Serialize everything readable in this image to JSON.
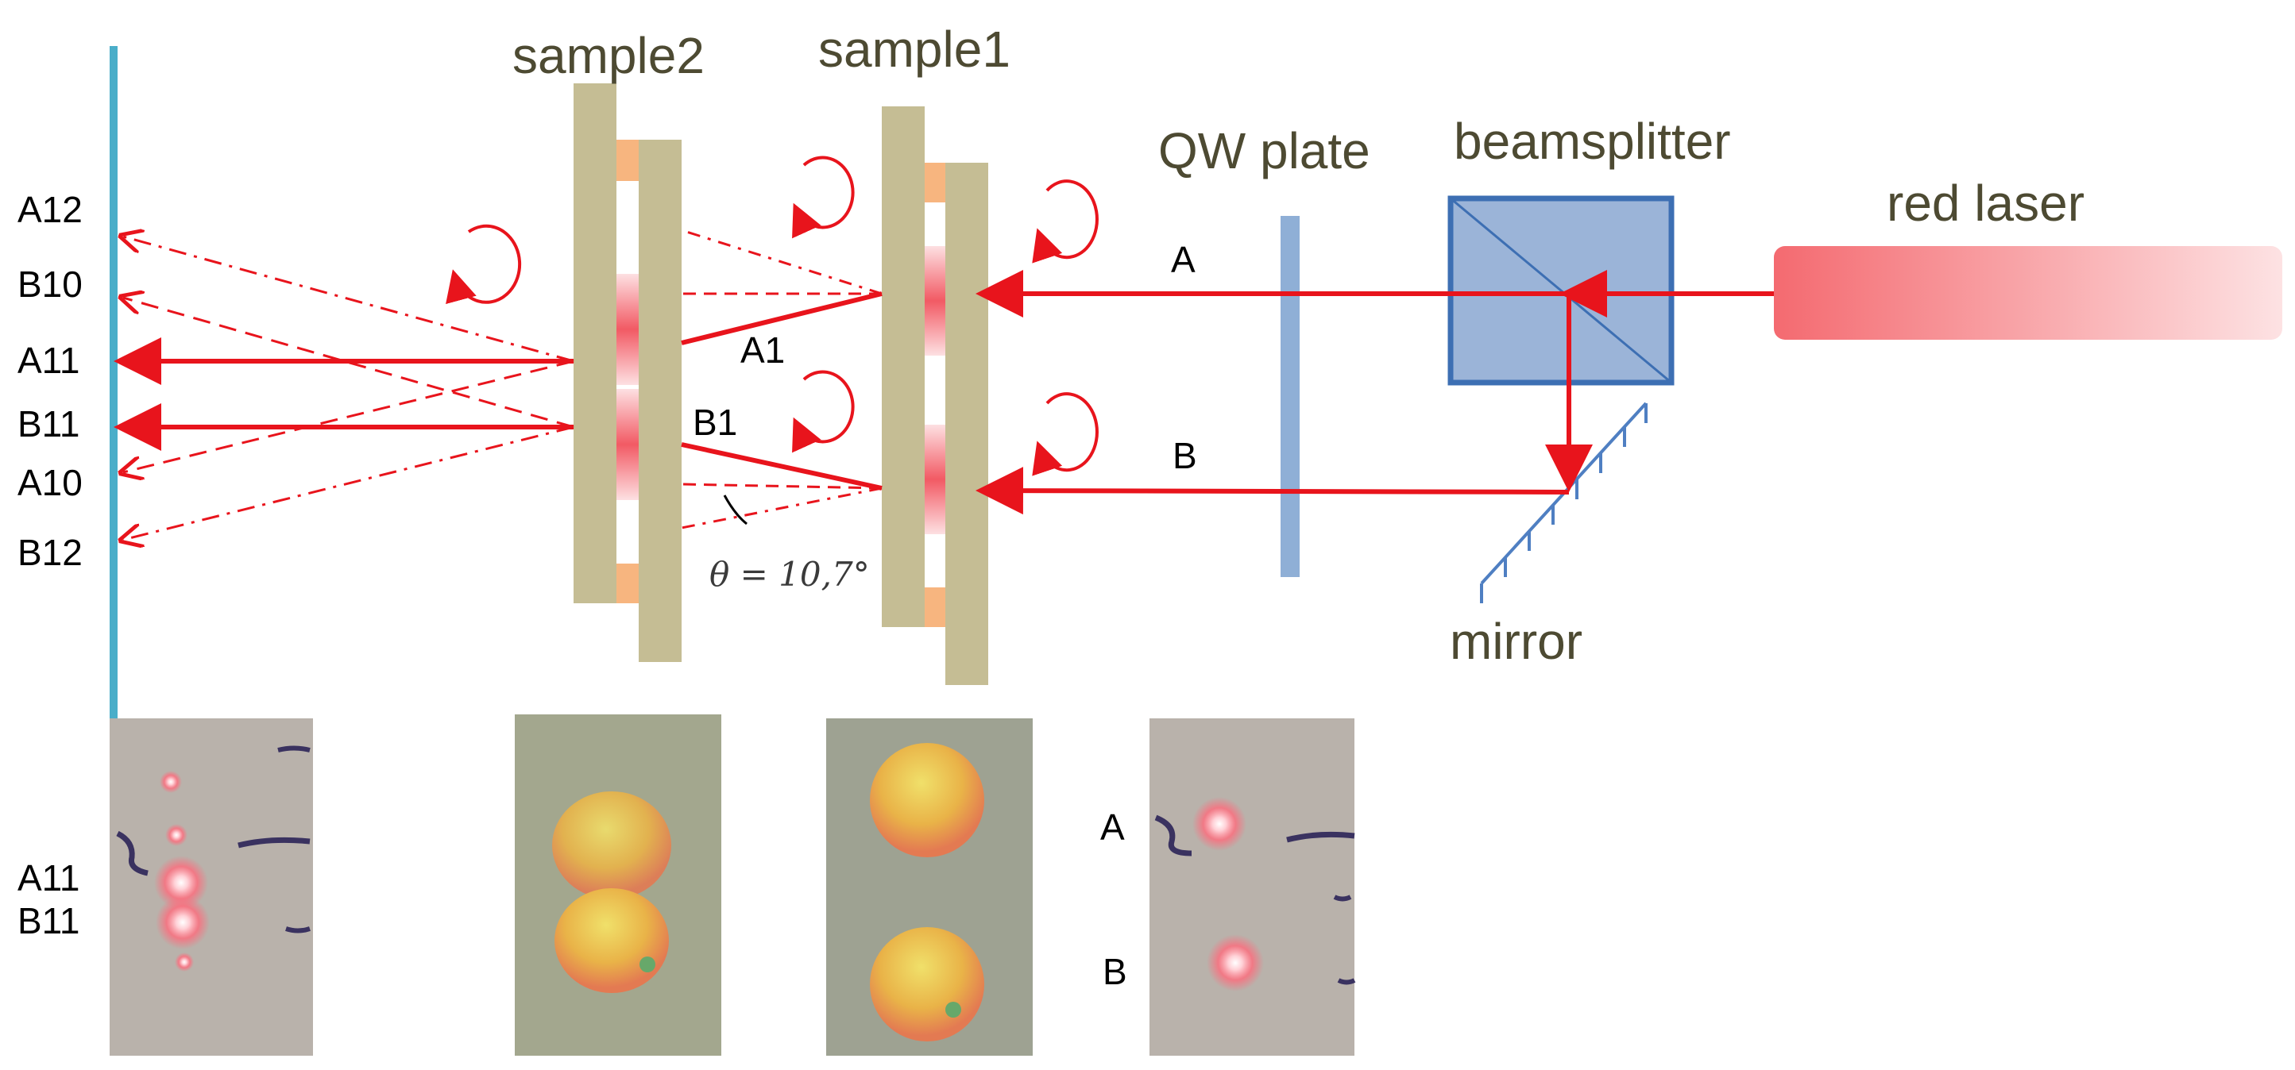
{
  "labels": {
    "sample2": "sample2",
    "sample1": "sample1",
    "qw_plate": "QW plate",
    "beamsplitter": "beamsplitter",
    "red_laser": "red laser",
    "mirror": "mirror",
    "beam_a": "A",
    "beam_b": "B",
    "a1": "A1",
    "b1": "B1",
    "theta": "θ = 10,7°"
  },
  "screen_spots": {
    "a12": "A12",
    "b10": "B10",
    "a11": "A11",
    "b11": "B11",
    "a10": "A10",
    "b12": "B12"
  },
  "photo_labels": {
    "screen_a11": "A11",
    "screen_b11": "B11",
    "input_a": "A",
    "input_b": "B"
  },
  "colors": {
    "beam": "#e8141c",
    "sample_frame": "#c5bd94",
    "orange_pad": "#f7b57f",
    "screen": "#4aaec9",
    "qw_plate": "#8fafd6",
    "beamsplitter_fill": "#9bb4d8",
    "beamsplitter_edge": "#3d6fb3"
  }
}
